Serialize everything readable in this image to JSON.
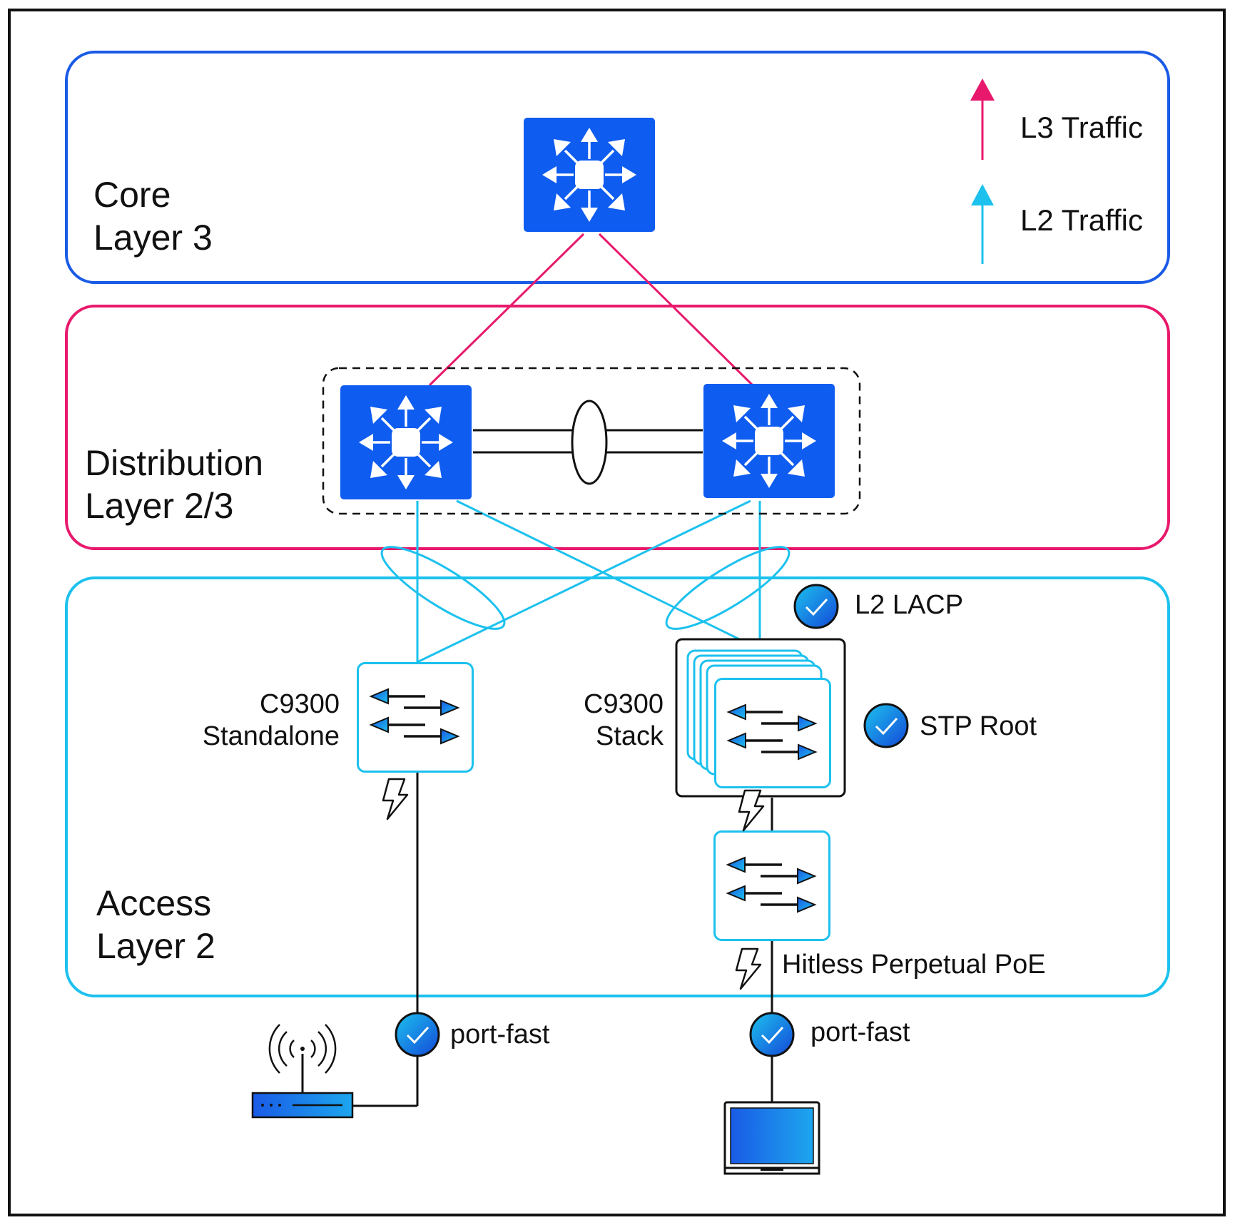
{
  "colors": {
    "core": "#1A5BE6",
    "distribution": "#E8196C",
    "access": "#1CC1EE",
    "switch_fill": "#0F5CF0",
    "link_dark": "#111111",
    "check_fill": "#1170E6"
  },
  "zones": {
    "core": {
      "line1": "Core",
      "line2": "Layer 3"
    },
    "distribution": {
      "line1": "Distribution",
      "line2": "Layer 2/3"
    },
    "access": {
      "line1": "Access",
      "line2": "Layer 2"
    }
  },
  "legend": {
    "l3": "L3 Traffic",
    "l2": "L2 Traffic"
  },
  "devices": {
    "standalone": {
      "line1": "C9300",
      "line2": "Standalone"
    },
    "stack": {
      "line1": "C9300",
      "line2": "Stack"
    }
  },
  "features": {
    "lacp": "L2 LACP",
    "stp_root": "STP Root",
    "poe": "Hitless Perpetual PoE",
    "portfast_left": "port-fast",
    "portfast_right": "port-fast"
  },
  "icons": [
    "multilayer-switch-icon",
    "layer2-switch-icon",
    "check-circle-icon",
    "lightning-icon",
    "access-point-icon",
    "laptop-icon",
    "etherchannel-ellipse-icon"
  ]
}
